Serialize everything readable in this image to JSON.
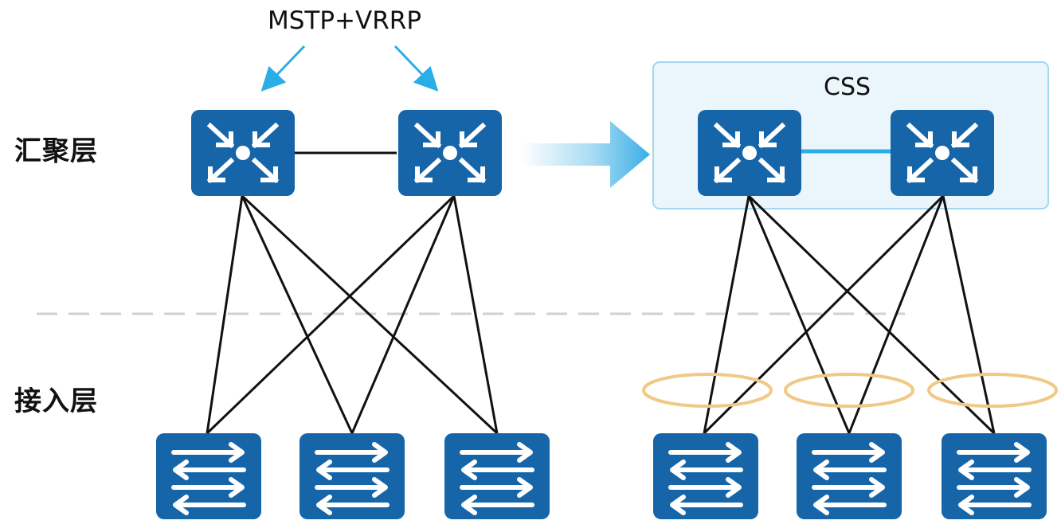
{
  "labels": {
    "protocol": "MSTP+VRRP",
    "stack": "CSS",
    "aggregation_layer": "汇聚层",
    "access_layer": "接入层"
  },
  "colors": {
    "device_blue": "#1565a8",
    "css_line": "#29aee6",
    "lag_ring": "#f1c886",
    "css_box_fill": "#eaf6fc",
    "css_box_border": "#9fd8ef",
    "arrow_blue": "#3aaee6",
    "divider": "#d0d0d0"
  },
  "icons": {
    "aggregation_device": "router-icon",
    "access_device": "switch-icon"
  },
  "diagram": {
    "left_topology": {
      "aggregation_devices": 2,
      "access_devices": 3,
      "inter_device_link": "black-line"
    },
    "right_topology": {
      "aggregation_devices": 2,
      "access_devices": 3,
      "inter_device_link": "css-blue-line",
      "link_aggregation_rings": 3
    }
  }
}
